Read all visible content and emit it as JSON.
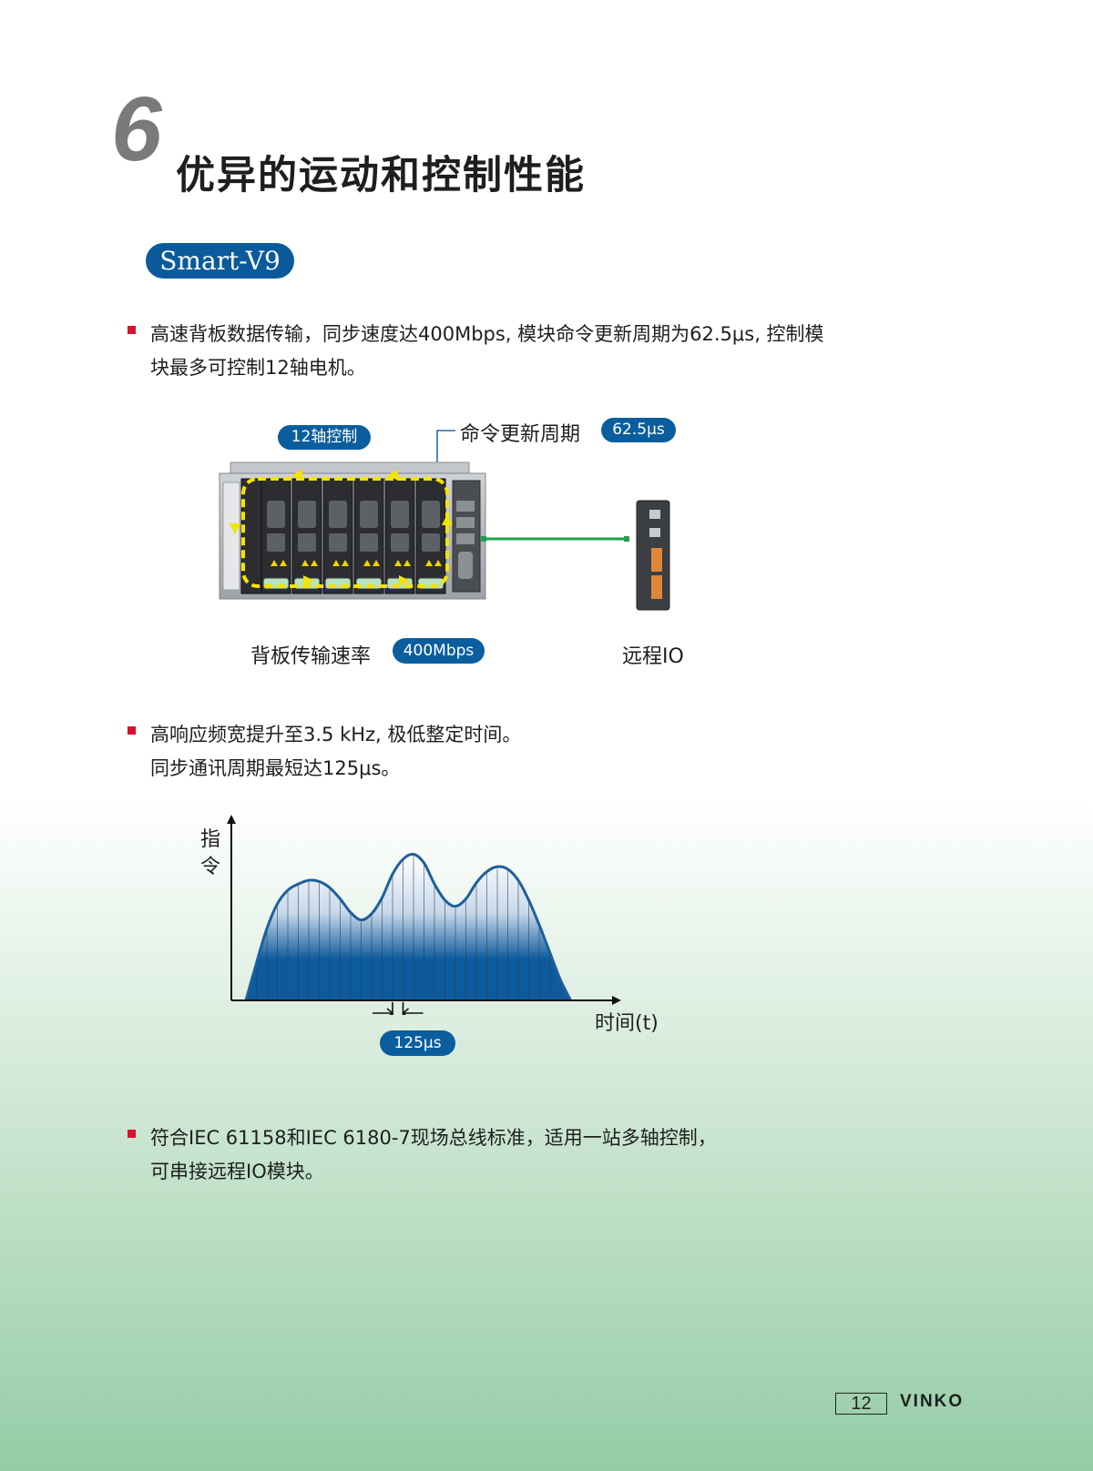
{
  "section": {
    "number": "6",
    "title": "优异的运动和控制性能"
  },
  "brand_badge": "Smart-V9",
  "bullets": [
    {
      "line1": "高速背板数据传输，同步速度达400Mbps, 模块命令更新周期为62.5μs, 控制模",
      "line2": "块最多可控制12轴电机。"
    },
    {
      "line1": "高响应频宽提升至3.5 kHz, 极低整定时间。",
      "line2": "同步通讯周期最短达125μs。"
    },
    {
      "line1": "符合IEC 61158和IEC 6180-7现场总线标准，适用一站多轴控制，",
      "line2": "可串接远程IO模块。"
    }
  ],
  "hardware_diagram": {
    "axis_badge": "12轴控制",
    "cmd_label": "命令更新周期",
    "cmd_badge": "62.5μs",
    "backplane_label": "背板传输速率",
    "backplane_badge": "400Mbps",
    "remote_io_label": "远程IO"
  },
  "chart_data": {
    "type": "area",
    "ylabel": "指令",
    "xlabel": "时间(t)",
    "annotation": "125μs",
    "x": [
      0,
      1,
      2,
      3,
      4,
      5,
      6,
      7,
      8,
      9,
      10,
      11,
      12,
      13,
      14,
      15,
      16,
      17,
      18,
      19,
      20,
      21,
      22,
      23,
      24,
      25,
      26,
      27,
      28,
      29,
      30,
      31,
      32,
      33,
      34,
      35,
      36
    ],
    "values": [
      0,
      30,
      58,
      78,
      89,
      94,
      97,
      96,
      91,
      82,
      71,
      65,
      70,
      83,
      102,
      114,
      118,
      111,
      94,
      81,
      76,
      82,
      95,
      104,
      108,
      106,
      97,
      81,
      61,
      39,
      17,
      0,
      0,
      0,
      0,
      0,
      0
    ],
    "ylim": [
      0,
      150
    ],
    "grid": false,
    "colors": {
      "line": "#1d5f9a",
      "fill_dark": "#0c5b9f",
      "fill_light": "#ffffff"
    }
  },
  "footer": {
    "page": "12",
    "brand": "VINKO"
  },
  "colors": {
    "accent_blue": "#0b5e9e",
    "bullet_red": "#d8112f",
    "link_green": "#1ea04a",
    "dash_yellow": "#f4e400"
  }
}
